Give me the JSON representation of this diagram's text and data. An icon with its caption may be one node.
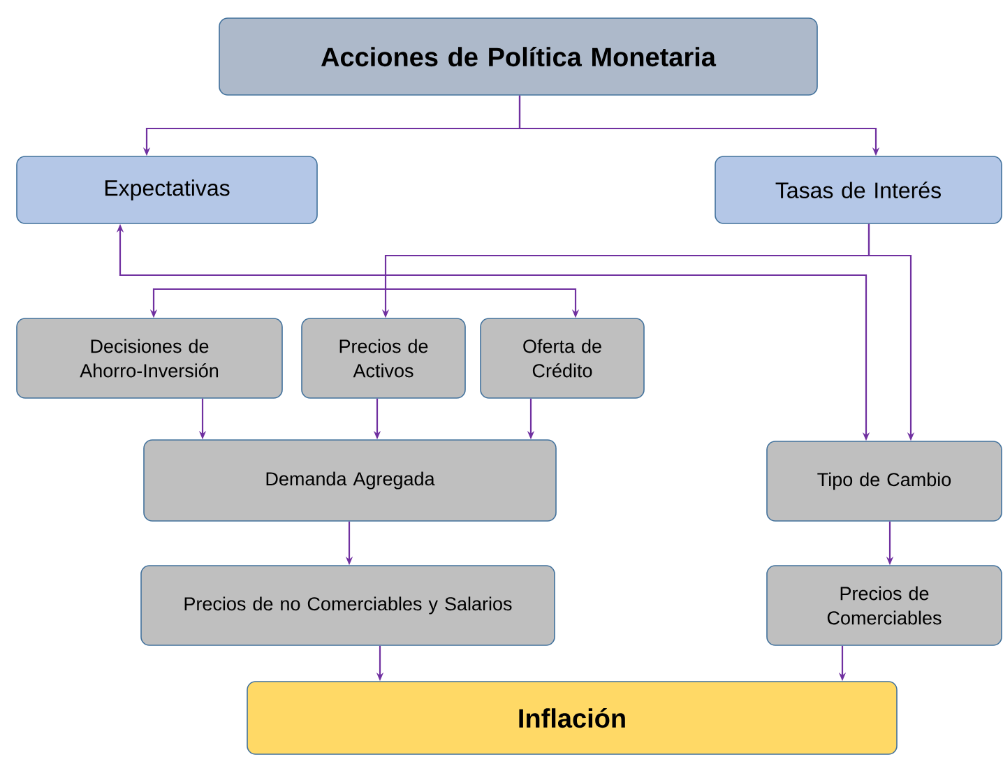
{
  "diagram": {
    "nodes": [
      {
        "text": [
          "Acciones de Política Monetaria"
        ]
      },
      {
        "text": [
          "Expectativas"
        ]
      },
      {
        "text": [
          "Tasas de Interés"
        ]
      },
      {
        "text": [
          "Decisiones de Ahorro-Inversión"
        ]
      },
      {
        "text": [
          "Precios de Activos"
        ]
      },
      {
        "text": [
          "Oferta de Crédito"
        ]
      },
      {
        "text": [
          "Demanda Agregada"
        ]
      },
      {
        "text": [
          "Tipo de Cambio"
        ]
      },
      {
        "text": [
          "Precios de no Comerciables y Salarios"
        ]
      },
      {
        "text": [
          "Precios de Comerciables"
        ]
      },
      {
        "text": [
          "Inflación"
        ]
      }
    ],
    "edges": [
      {
        "from": 0,
        "to": 1,
        "arrow": "to"
      },
      {
        "from": 0,
        "to": 2,
        "arrow": "to"
      },
      {
        "from": 2,
        "to": 4,
        "arrow": "to"
      },
      {
        "from": 2,
        "to": 7,
        "arrow": "to"
      },
      {
        "from": 1,
        "to": 7,
        "arrow": "both"
      },
      {
        "from": 3,
        "to": 5,
        "arrow": "both"
      },
      {
        "from": 3,
        "to": 6,
        "arrow": "to"
      },
      {
        "from": 4,
        "to": 6,
        "arrow": "to"
      },
      {
        "from": 5,
        "to": 6,
        "arrow": "to"
      },
      {
        "from": 6,
        "to": 8,
        "arrow": "to"
      },
      {
        "from": 7,
        "to": 9,
        "arrow": "to"
      },
      {
        "from": 8,
        "to": 10,
        "arrow": "to"
      },
      {
        "from": 9,
        "to": 10,
        "arrow": "to"
      }
    ]
  }
}
